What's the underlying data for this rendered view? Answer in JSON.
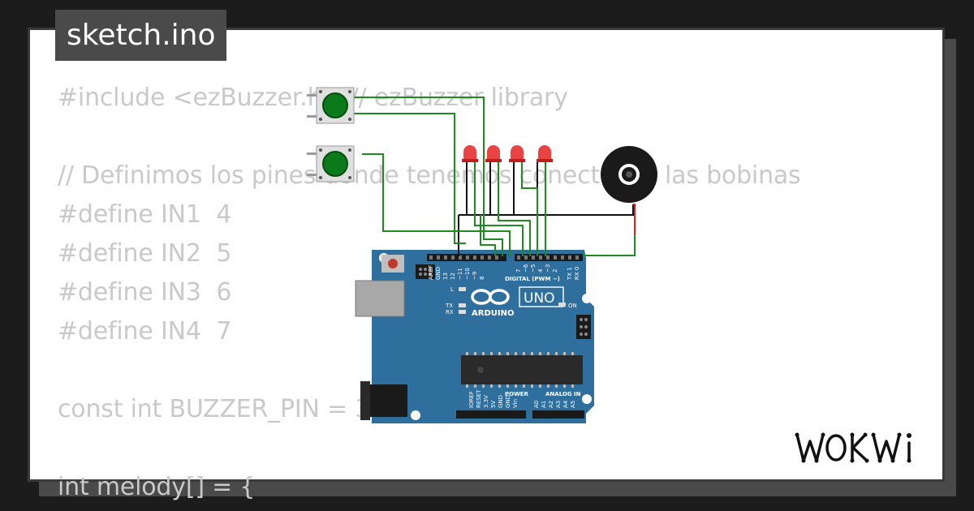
{
  "project": {
    "filename": "sketch.ino"
  },
  "code_lines": [
    "#include <ezBuzzer.h> // ezBuzzer library",
    "",
    "// Definimos los pines donde tenemos conectadas las bobinas",
    "#define IN1  4",
    "#define IN2  5",
    "#define IN3  6",
    "#define IN4  7",
    "",
    "const int BUZZER_PIN = 3;",
    "",
    "int melody[] = {"
  ],
  "board": {
    "brand": "ARDUINO",
    "model": "UNO",
    "digital_header": "DIGITAL (PWM ~)",
    "power_header": "POWER",
    "analog_header": "ANALOG IN",
    "on_label": "ON",
    "l_label": "L",
    "tx_label": "TX",
    "rx_label": "RX",
    "top_pins": [
      "AREF",
      "GND",
      "13",
      "12",
      "~11",
      "~10",
      "~9",
      "8",
      "7",
      "~6",
      "~5",
      "4",
      "~3",
      "2",
      "TX 1",
      "RX 0"
    ],
    "power_pins": [
      "IOREF",
      "RESET",
      "3.3V",
      "5V",
      "GND",
      "GND",
      "Vin"
    ],
    "analog_pins": [
      "A0",
      "A1",
      "A2",
      "A3",
      "A4",
      "A5"
    ]
  },
  "components": {
    "pushbuttons": 2,
    "leds": 4,
    "buzzer": 1
  },
  "colors": {
    "board_blue": "#2e6f9e",
    "wire_green": "#1f8a1f",
    "wire_black": "#111111",
    "wire_red": "#e02020",
    "led_red": "#e52222",
    "button_green": "#0b7a1b"
  },
  "brand_logo": "WOKWi"
}
